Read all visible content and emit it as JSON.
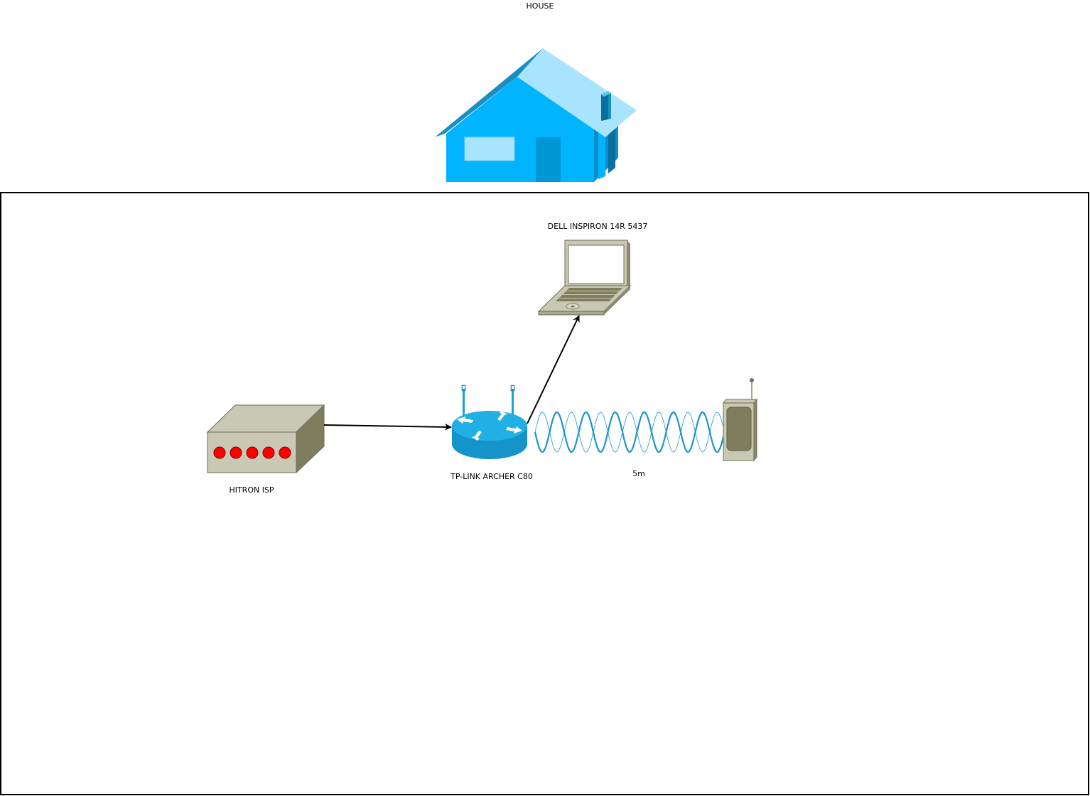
{
  "labels": {
    "house": "HOUSE",
    "laptop": "DELL INSPIRON 14R 5437",
    "modem": "HITRON ISP",
    "router": "TP-LINK ARCHER C80",
    "wireless_distance": "5m"
  },
  "icons": {
    "house": "house-icon",
    "laptop": "laptop-icon",
    "modem": "modem-icon",
    "router": "wireless-router-icon",
    "wireless": "wireless-signal-wave",
    "device": "wireless-device-icon"
  },
  "colors": {
    "house_main": "#00b4ff",
    "house_light": "#a9e4ff",
    "router": "#1ba1d8",
    "wave": "#1a96c8",
    "modem_led": "#ff0000",
    "equipment": "#c8c8b4"
  }
}
